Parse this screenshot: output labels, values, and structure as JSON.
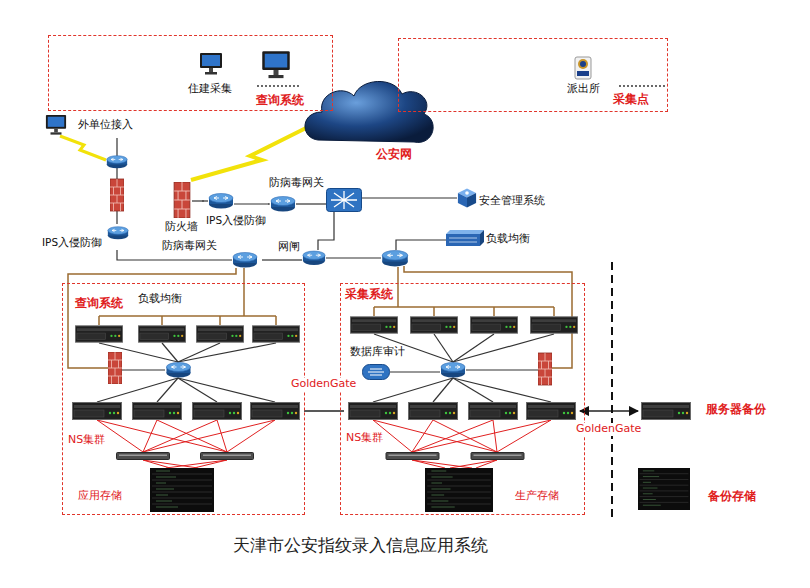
{
  "diagram": {
    "caption": "天津市公安指纹录入信息应用系统",
    "nodes": [
      {
        "text": [
          "查询系统"
        ]
      },
      {
        "text": [
          "住建采集"
        ],
        "in": 0
      },
      {
        "text": [
          "采集点"
        ]
      },
      {
        "text": [
          "派出所"
        ],
        "in": 2
      },
      {
        "text": [
          "公安网"
        ]
      },
      {
        "text": [
          "外单位接入"
        ]
      },
      {
        "text": [
          "IPS入侵防御"
        ]
      },
      {
        "text": [
          "防火墙"
        ]
      },
      {
        "text": [
          "IPS入侵防御"
        ]
      },
      {
        "text": [
          "防病毒网关"
        ]
      },
      {
        "text": [
          "安全管理系统"
        ]
      },
      {
        "text": [
          "防病毒网关"
        ]
      },
      {
        "text": [
          "网闸"
        ]
      },
      {
        "text": [
          "负载均衡"
        ]
      },
      {
        "text": [
          "查询系统"
        ]
      },
      {
        "text": [
          "负载均衡"
        ],
        "in": 14
      },
      {
        "text": [
          "NS集群"
        ],
        "in": 14
      },
      {
        "text": [
          "应用存储"
        ],
        "in": 14
      },
      {
        "text": [
          "采集系统"
        ]
      },
      {
        "text": [
          "数据库审计"
        ],
        "in": 18
      },
      {
        "text": [
          "NS集群"
        ],
        "in": 18
      },
      {
        "text": [
          "生产存储"
        ],
        "in": 18
      },
      {
        "text": [
          "服务器备份"
        ]
      },
      {
        "text": [
          "备份存储"
        ]
      }
    ],
    "edges": [
      {
        "from": 5,
        "to": 6,
        "arrow": "none"
      },
      {
        "from": 4,
        "to": 7,
        "arrow": "none"
      },
      {
        "from": 7,
        "to": 8,
        "arrow": "none"
      },
      {
        "from": 8,
        "to": 9,
        "arrow": "none"
      },
      {
        "from": 6,
        "to": 11,
        "arrow": "none"
      },
      {
        "from": 11,
        "to": 12,
        "arrow": "none"
      },
      {
        "from": 16,
        "to": 20,
        "label": "GoldenGate",
        "arrow": "none"
      },
      {
        "from": 20,
        "to": 22,
        "label": "GoldenGate",
        "arrow": "both"
      }
    ]
  }
}
